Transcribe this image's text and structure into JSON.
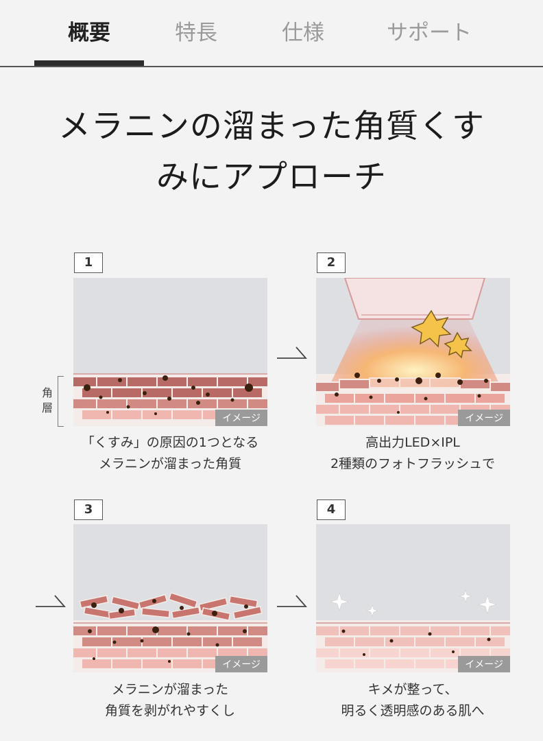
{
  "tabs": [
    {
      "label": "概要"
    },
    {
      "label": "特長"
    },
    {
      "label": "仕様"
    },
    {
      "label": "サポート"
    }
  ],
  "title": {
    "line1": "メラニンの溜まった角質くす",
    "line2": "みにアプローチ"
  },
  "layer_label": "角層",
  "image_tag": "イメージ",
  "steps": [
    {
      "num": "1",
      "caption1": "「くすみ」の原因の1つとなる",
      "caption2": "メラニンが溜まった角質"
    },
    {
      "num": "2",
      "caption1": "高出力LED×IPL",
      "caption2": "2種類のフォトフラッシュで"
    },
    {
      "num": "3",
      "caption1": "メラニンが溜まった",
      "caption2": "角質を剥がれやすくし"
    },
    {
      "num": "4",
      "caption1": "キメが整って、",
      "caption2": "明るく透明感のある肌へ"
    }
  ],
  "colors": {
    "brick_dark": "#b86b66",
    "brick_light": "#f0b6b0",
    "melanin": "#3a200f",
    "flash": "#f6c34a",
    "sky": "#dedfe2"
  },
  "icons": [
    "arrow-right-icon",
    "sparkle-icon",
    "flash-burst-icon"
  ]
}
